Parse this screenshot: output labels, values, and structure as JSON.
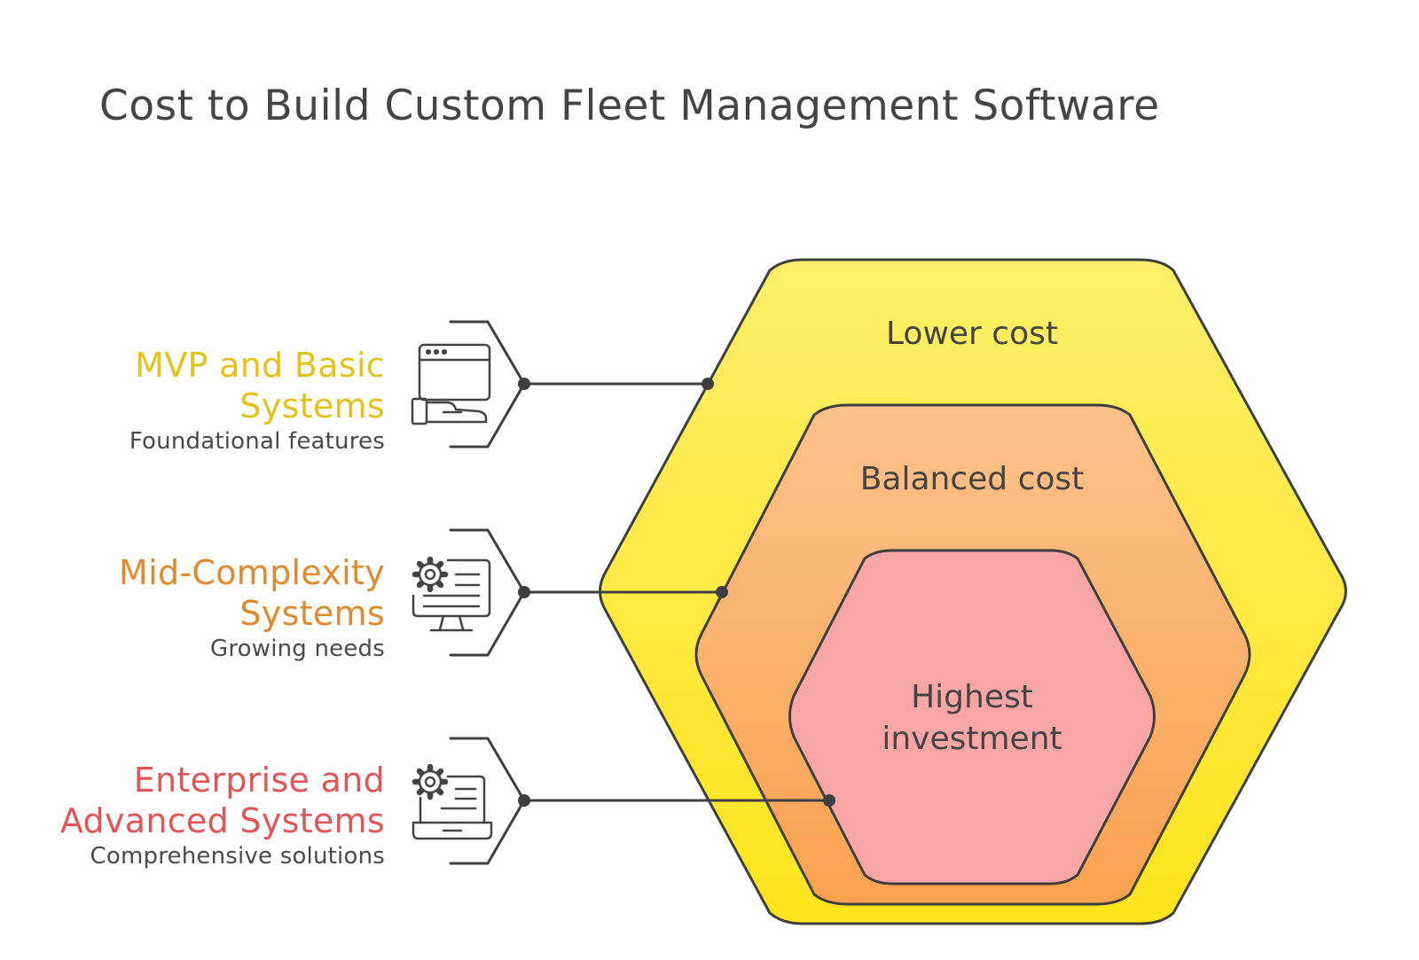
{
  "title": "Cost to Build Custom Fleet Management Software",
  "colors": {
    "outer_yellow": "#FDE92F",
    "middle_orange": "#FBAE63",
    "inner_pink": "#FBA6A6",
    "mvp_text": "#E3C21B",
    "mid_text": "#E08A30",
    "ent_text": "#E05555",
    "stroke": "#3f3f3f"
  },
  "items": [
    {
      "title_line1": "MVP and Basic",
      "title_line2": "Systems",
      "description": "Foundational features",
      "icon": "browser-hand-icon"
    },
    {
      "title_line1": "Mid-Complexity",
      "title_line2": "Systems",
      "description": "Growing needs",
      "icon": "monitor-gear-icon"
    },
    {
      "title_line1": "Enterprise and",
      "title_line2": "Advanced Systems",
      "description": "Comprehensive solutions",
      "icon": "laptop-gear-icon"
    }
  ],
  "layers": {
    "outer": "Lower cost",
    "middle": "Balanced cost",
    "inner_line1": "Highest",
    "inner_line2": "investment"
  }
}
